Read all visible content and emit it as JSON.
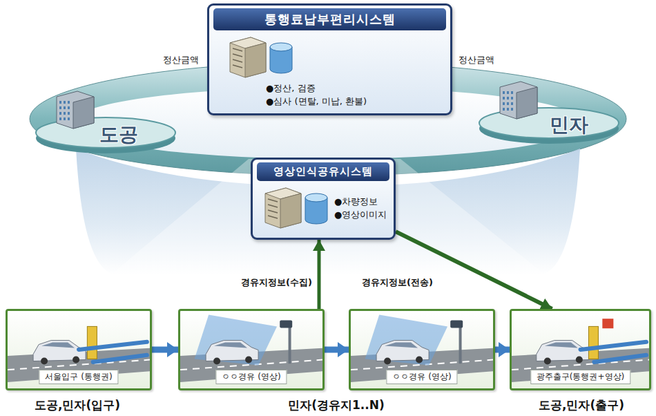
{
  "diagram": {
    "nodes": [
      {
        "text": [
          "통행료납부편리시스템",
          "●정산, 검증",
          "●심사 (면탈, 미납, 환불)"
        ]
      },
      {
        "text": [
          "도공"
        ]
      },
      {
        "text": [
          "민자"
        ]
      },
      {
        "text": [
          "영상인식공유시스템",
          "●차량정보",
          "●영상이미지"
        ]
      },
      {
        "text": [
          "서울입구 (통행권)"
        ]
      },
      {
        "text": [
          "ㅇㅇ경유 (영상)"
        ]
      },
      {
        "text": [
          "ㅇㅇ경유 (영상)"
        ]
      },
      {
        "text": [
          "광주출구(통행권+영상)"
        ]
      }
    ],
    "edges": [
      {
        "from": 4,
        "to": 5,
        "arrow": "to"
      },
      {
        "from": 5,
        "to": 6,
        "arrow": "to"
      },
      {
        "from": 6,
        "to": 7,
        "arrow": "to"
      },
      {
        "from": 5,
        "to": 3,
        "label": "경유지정보(수집)",
        "arrow": "to"
      },
      {
        "from": 3,
        "to": 7,
        "label": "경유지정보(전송)",
        "arrow": "to"
      }
    ],
    "labels": [
      "정산금액",
      "정산금액",
      "도공,민자(입구)",
      "민자(경유지1..N)",
      "도공,민자(출구)"
    ]
  }
}
